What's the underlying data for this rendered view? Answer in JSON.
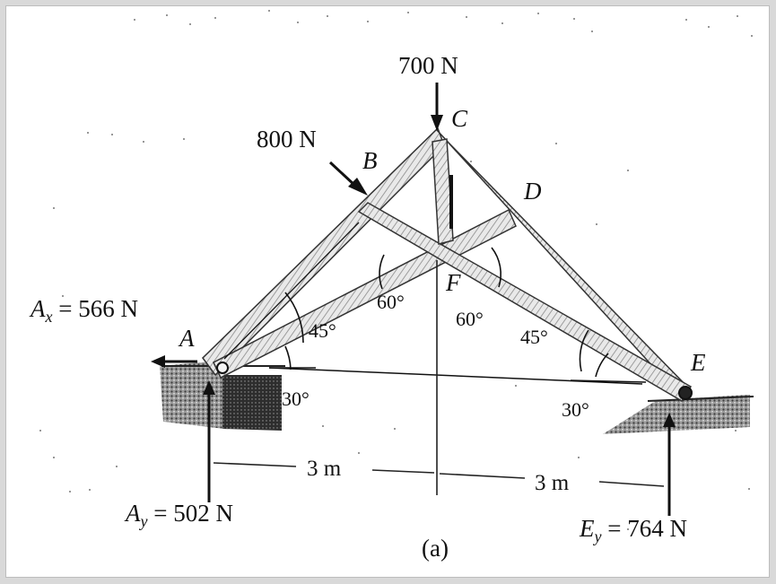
{
  "loads": {
    "top": "700 N",
    "left": "800 N"
  },
  "joints": [
    "A",
    "B",
    "C",
    "D",
    "E",
    "F"
  ],
  "reactions": {
    "ax": {
      "symbol": "A",
      "sub": "x",
      "rest": " = 566 N"
    },
    "ay": {
      "symbol": "A",
      "sub": "y",
      "rest": " = 502 N"
    },
    "ey": {
      "symbol": "E",
      "sub": "y",
      "rest": " = 764 N"
    }
  },
  "angles": {
    "a45": "45°",
    "a60l": "60°",
    "a60r": "60°",
    "a45r": "45°",
    "a30l": "30°",
    "a30r": "30°"
  },
  "dimensions": {
    "left": "3 m",
    "right": "3 m"
  },
  "caption": "(a)"
}
